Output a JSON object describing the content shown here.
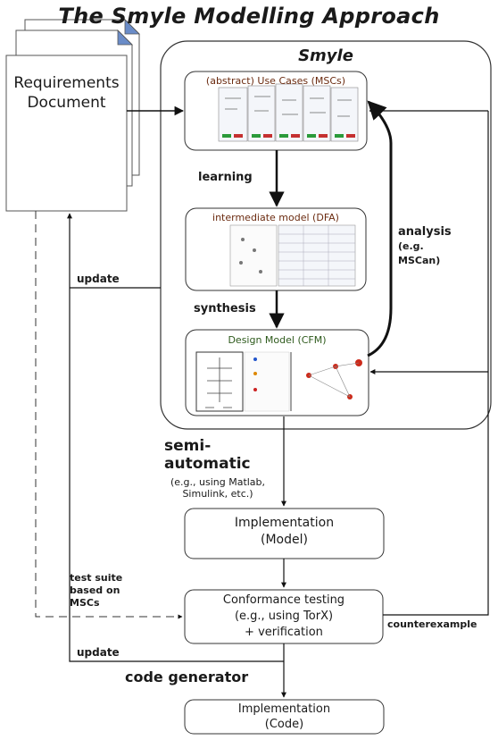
{
  "title": "The Smyle Modelling Approach",
  "requirements": {
    "line1": "Requirements",
    "line2": "Document"
  },
  "smyle": {
    "title": "Smyle",
    "use_cases": "(abstract) Use Cases (MSCs)",
    "intermediate": "intermediate model (DFA)",
    "design": "Design Model (CFM)"
  },
  "labels": {
    "learning": "learning",
    "synthesis": "synthesis",
    "analysis": "analysis",
    "analysis_eg": "(e.g.",
    "analysis_tool": "MSCan)",
    "update_top": "update",
    "update_bottom": "update",
    "semi1": "semi-",
    "semi2": "automatic",
    "semi3": "(e.g., using Matlab,",
    "semi4": "Simulink, etc.)",
    "test1": "test suite",
    "test2": "based on",
    "test3": "MSCs",
    "counterexample": "counterexample",
    "code_generator": "code generator"
  },
  "impl_model": {
    "line1": "Implementation",
    "line2": "(Model)"
  },
  "conformance": {
    "line1": "Conformance testing",
    "line2": "(e.g., using TorX)",
    "line3": "+ verification"
  },
  "impl_code": {
    "line1": "Implementation",
    "line2": "(Code)"
  }
}
